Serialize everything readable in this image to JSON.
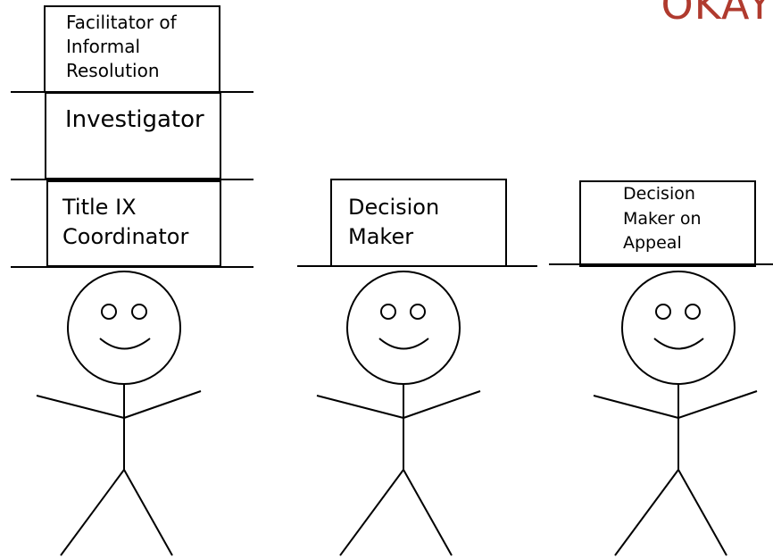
{
  "stamp": {
    "text": "OKAY",
    "color": "#b03a2e"
  },
  "figures": [
    {
      "hats": [
        {
          "label": "Facilitator of\nInformal\nResolution"
        },
        {
          "label": "Investigator"
        },
        {
          "label": "Title IX\nCoordinator"
        }
      ]
    },
    {
      "hats": [
        {
          "label": "Decision\nMaker"
        }
      ]
    },
    {
      "hats": [
        {
          "label": "Decision\nMaker on\nAppeal"
        }
      ]
    }
  ]
}
